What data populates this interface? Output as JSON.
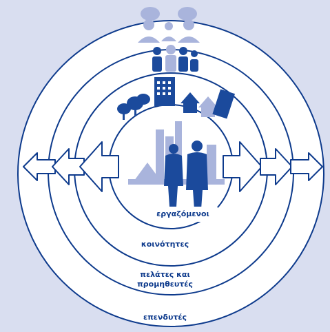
{
  "rings": {
    "core_label": "εργαζόμενοι",
    "ring2_label": "κοινότητες",
    "ring3_label": "πελάτες και",
    "ring3_label_2": "προμηθευτές",
    "ring4_label": "επενδυτές"
  },
  "icons": {
    "top": "speech-bubbles-people-icon",
    "ring3": "group-people-icon",
    "ring2": "city-trees-buildings-icon",
    "core": "workers-factory-icon"
  },
  "colors": {
    "background": "#d9def0",
    "ring_fill": "#ffffff",
    "ring_stroke": "#0d3a8c",
    "icon_blue": "#1b4a9c",
    "icon_light": "#a9b4dc"
  }
}
